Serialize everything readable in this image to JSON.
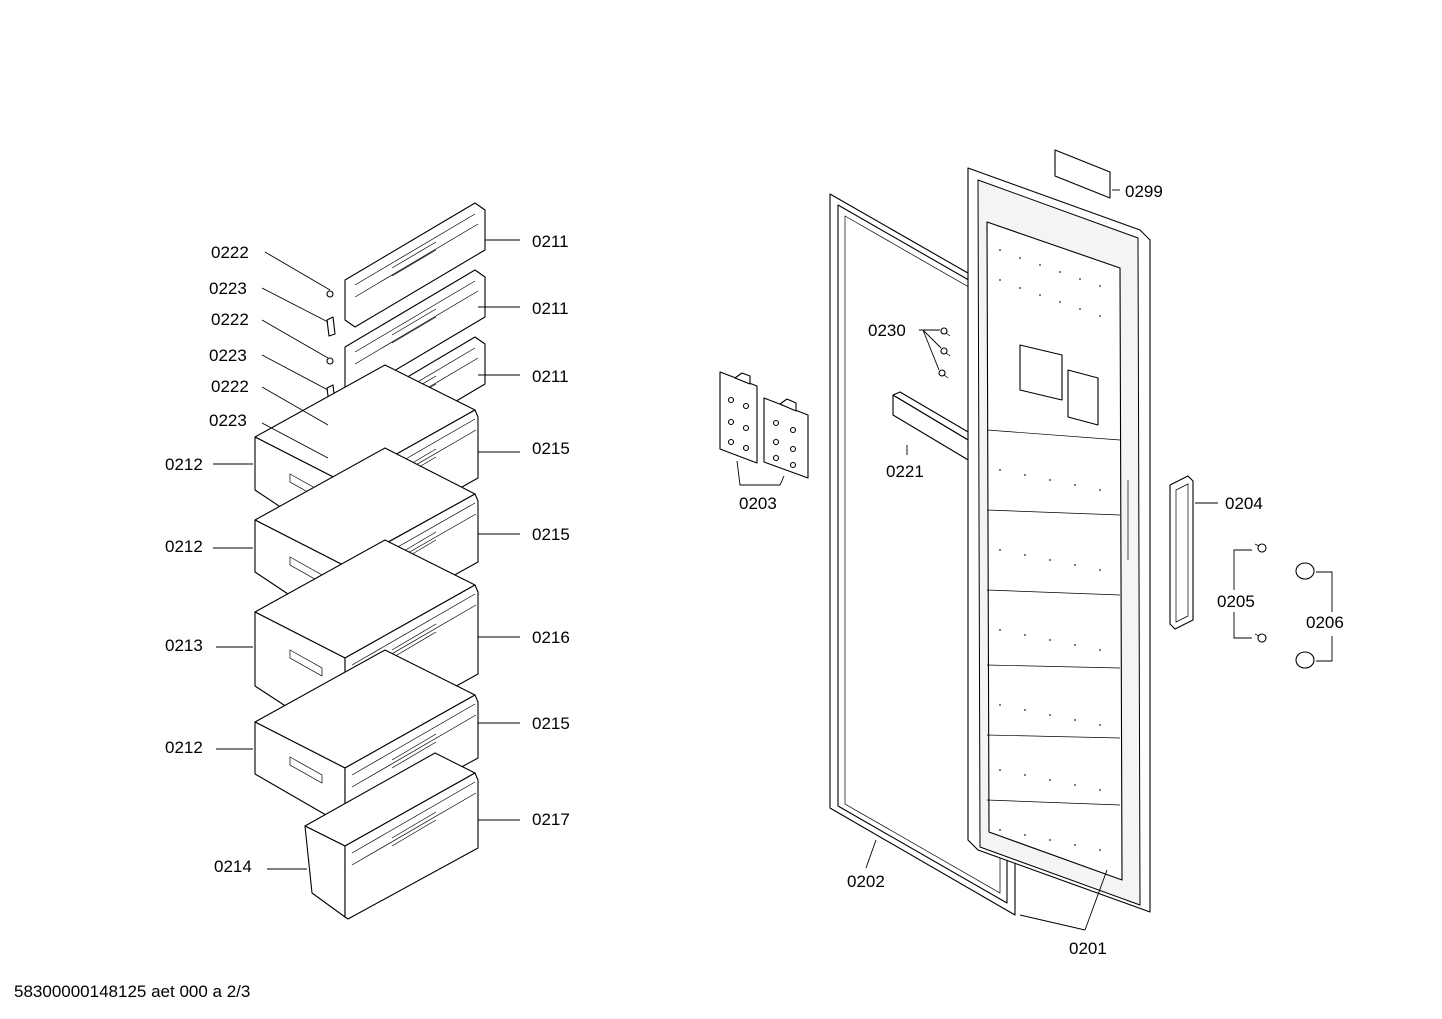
{
  "labels": {
    "l0222a": "0222",
    "l0223a": "0223",
    "l0222b": "0222",
    "l0223b": "0223",
    "l0222c": "0222",
    "l0223c": "0223",
    "l0211a": "0211",
    "l0211b": "0211",
    "l0211c": "0211",
    "l0212a": "0212",
    "l0212b": "0212",
    "l0213": "0213",
    "l0212c": "0212",
    "l0214": "0214",
    "l0215a": "0215",
    "l0215b": "0215",
    "l0216": "0216",
    "l0215c": "0215",
    "l0217": "0217",
    "l0203": "0203",
    "l0230": "0230",
    "l0221": "0221",
    "l0202": "0202",
    "l0201": "0201",
    "l0299": "0299",
    "l0204": "0204",
    "l0205": "0205",
    "l0206": "0206"
  },
  "footer": {
    "text": "58300000148125 aet 000 a 2/3"
  }
}
